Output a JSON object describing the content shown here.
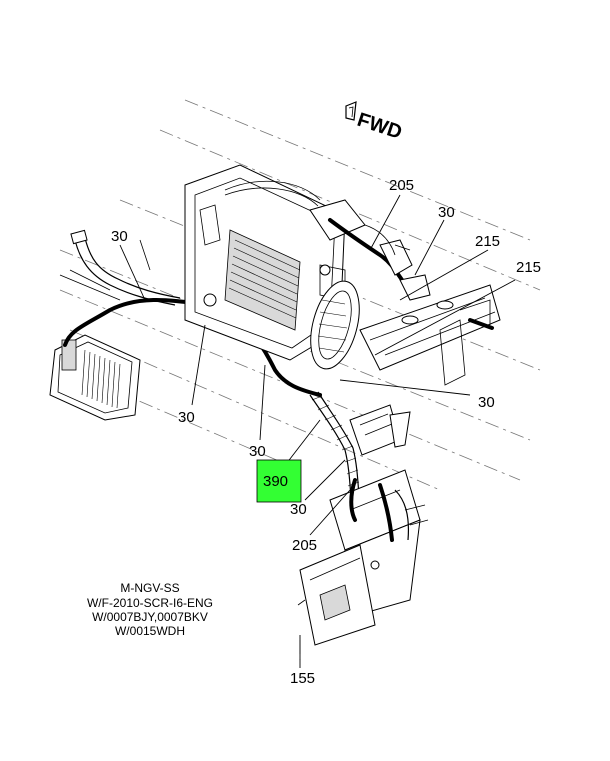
{
  "direction": {
    "label": "FWD"
  },
  "callouts": [
    {
      "id": "c205a",
      "label": "205"
    },
    {
      "id": "c30a",
      "label": "30"
    },
    {
      "id": "c215a",
      "label": "215"
    },
    {
      "id": "c215b",
      "label": "215"
    },
    {
      "id": "c30b",
      "label": "30"
    },
    {
      "id": "c30c",
      "label": "30"
    },
    {
      "id": "c30d",
      "label": "30"
    },
    {
      "id": "c30e",
      "label": "30"
    },
    {
      "id": "c390",
      "label": "390",
      "highlighted": true
    },
    {
      "id": "c30f",
      "label": "30"
    },
    {
      "id": "c205b",
      "label": "205"
    },
    {
      "id": "c155",
      "label": "155"
    }
  ],
  "notes": [
    "M-NGV-SS",
    "W/F-2010-SCR-I6-ENG",
    "W/0007BJY,0007BKV",
    "W/0015WDH"
  ],
  "colors": {
    "highlight": "#33ff33",
    "line": "#000000",
    "background": "#ffffff"
  }
}
